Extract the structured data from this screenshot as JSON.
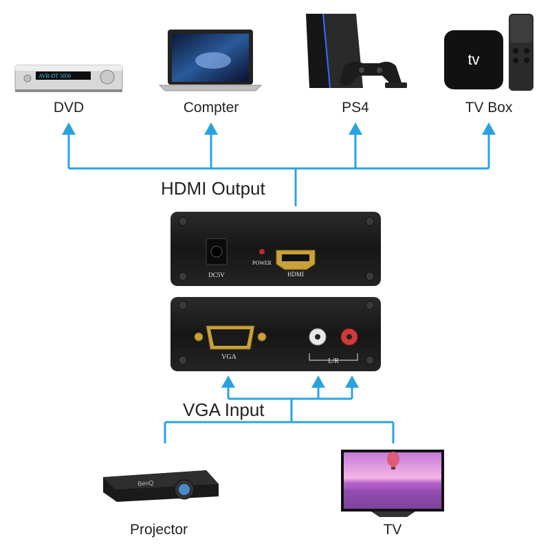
{
  "outputs": [
    {
      "label": "DVD",
      "icon": "av-receiver-icon"
    },
    {
      "label": "Compter",
      "icon": "laptop-icon"
    },
    {
      "label": "PS4",
      "icon": "game-console-icon"
    },
    {
      "label": "TV Box",
      "icon": "tv-box-icon"
    }
  ],
  "hdmi_output_label": "HDMI Output",
  "vga_input_label": "VGA Input",
  "inputs": [
    {
      "label": "Projector",
      "icon": "projector-icon"
    },
    {
      "label": "TV",
      "icon": "tv-icon"
    }
  ],
  "device": {
    "rear": {
      "dc_label": "DC5V",
      "power_label": "POWER",
      "hdmi_label": "HDMI"
    },
    "front": {
      "vga_label": "VGA",
      "audio_label": "L/R"
    }
  },
  "product_marks": {
    "receiver_display": "AVR-DT 5050",
    "tvbox_brand": "tv",
    "projector_brand": "BenQ"
  },
  "colors": {
    "connector_line": "#29a3e0",
    "device_body": "#1b1b1b",
    "text": "#222222"
  }
}
